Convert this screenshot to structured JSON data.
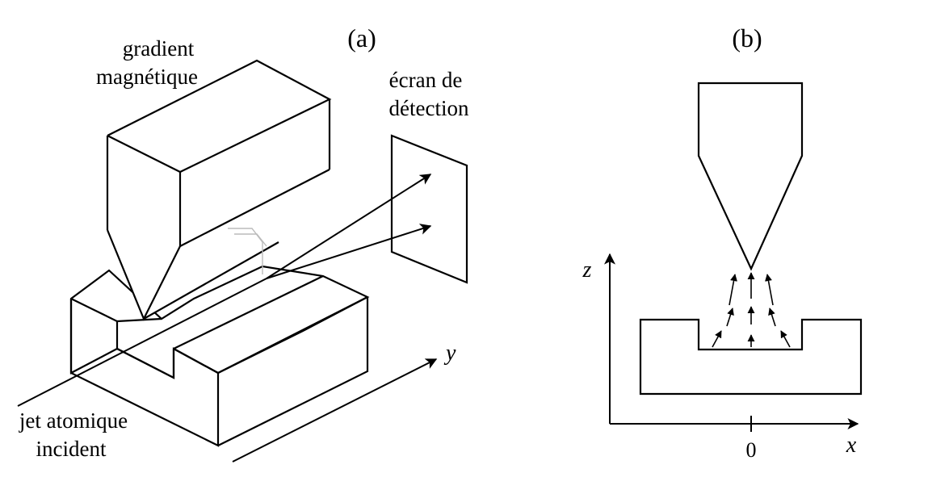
{
  "panel_a": {
    "label": "(a)",
    "gradient_label": [
      "gradient",
      "magnétique"
    ],
    "screen_label": [
      "écran de",
      "détection"
    ],
    "jet_label": [
      "jet atomique",
      "incident"
    ],
    "y_axis": "y"
  },
  "panel_b": {
    "label": "(b)",
    "z_axis": "z",
    "x_axis": "x",
    "origin": "0"
  }
}
